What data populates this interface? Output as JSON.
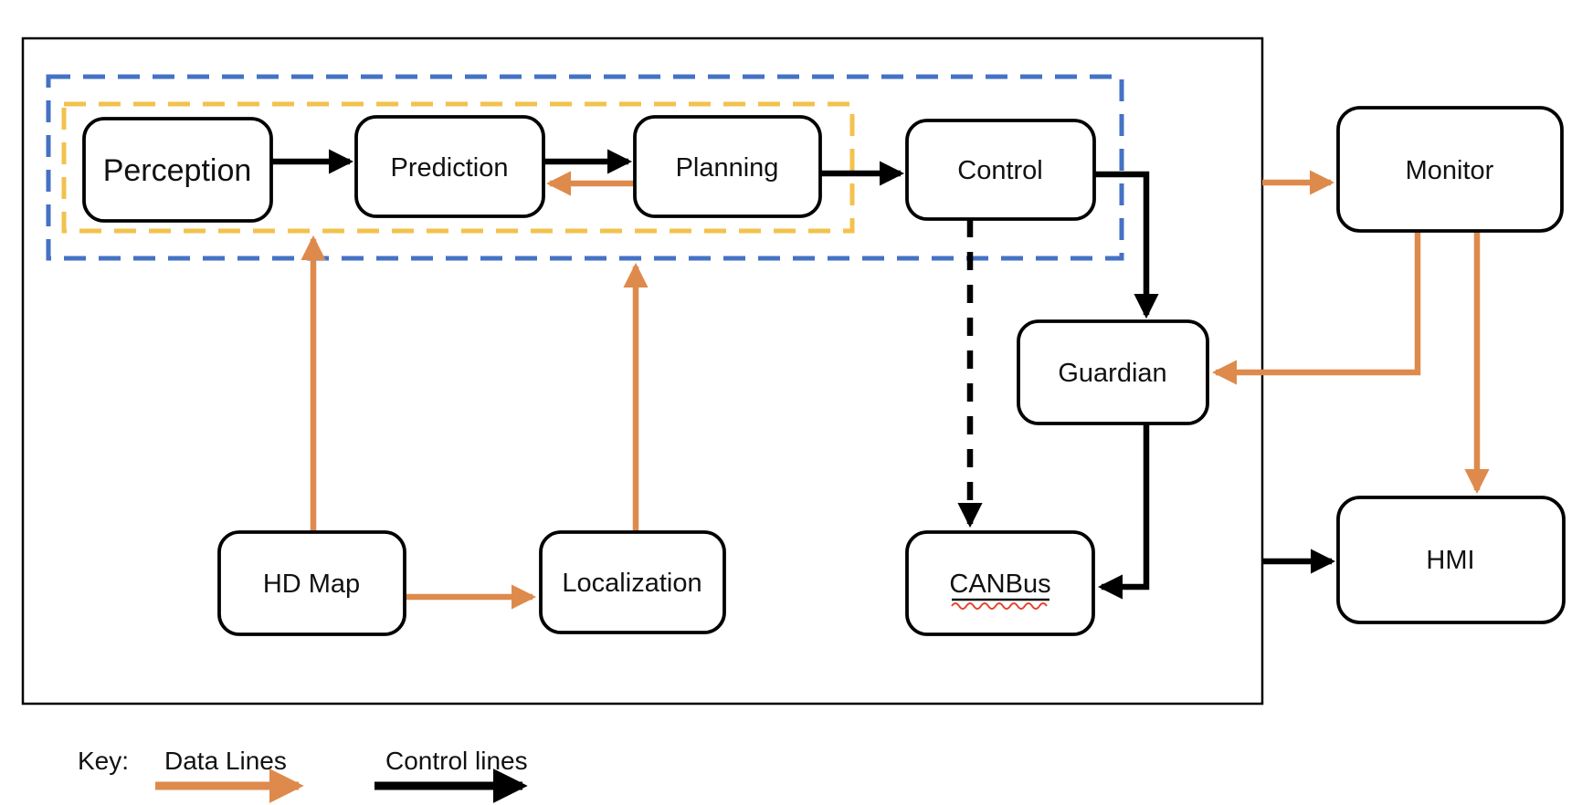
{
  "diagram_type": "architecture-flowchart",
  "nodes": {
    "perception": {
      "label": "Perception"
    },
    "prediction": {
      "label": "Prediction"
    },
    "planning": {
      "label": "Planning"
    },
    "control": {
      "label": "Control"
    },
    "monitor": {
      "label": "Monitor"
    },
    "guardian": {
      "label": "Guardian"
    },
    "hd_map": {
      "label": "HD Map"
    },
    "localization": {
      "label": "Localization"
    },
    "canbus": {
      "label": "CANBus",
      "spellcheck_squiggle": true
    },
    "hmi": {
      "label": "HMI"
    }
  },
  "groups": [
    {
      "id": "system-boundary",
      "border": "solid-black"
    },
    {
      "id": "autonomy-software-group",
      "border": "dashed-blue"
    },
    {
      "id": "perception-planning-group",
      "border": "dashed-yellow"
    }
  ],
  "edges": [
    {
      "from": "perception",
      "to": "prediction",
      "type": "control",
      "style": "solid"
    },
    {
      "from": "prediction",
      "to": "planning",
      "type": "control",
      "style": "solid"
    },
    {
      "from": "planning",
      "to": "prediction",
      "type": "data",
      "style": "solid"
    },
    {
      "from": "planning",
      "to": "control",
      "type": "control",
      "style": "solid"
    },
    {
      "from": "control",
      "to": "guardian",
      "type": "control",
      "style": "solid"
    },
    {
      "from": "control",
      "to": "canbus",
      "type": "control",
      "style": "dashed"
    },
    {
      "from": "guardian",
      "to": "canbus",
      "type": "control",
      "style": "solid"
    },
    {
      "from": "hd_map",
      "to": "localization",
      "type": "data",
      "style": "solid"
    },
    {
      "from": "hd_map",
      "to": "perception-planning-group",
      "type": "data",
      "style": "solid"
    },
    {
      "from": "localization",
      "to": "autonomy-software-group",
      "type": "data",
      "style": "solid"
    },
    {
      "from": "system-boundary",
      "to": "monitor",
      "type": "data",
      "style": "solid"
    },
    {
      "from": "monitor",
      "to": "guardian",
      "type": "data",
      "style": "solid"
    },
    {
      "from": "monitor",
      "to": "hmi",
      "type": "data",
      "style": "solid"
    },
    {
      "from": "system-boundary",
      "to": "hmi",
      "type": "control",
      "style": "solid"
    }
  ],
  "key": {
    "title": "Key:",
    "data_lines_label": "Data Lines",
    "control_lines_label": "Control lines"
  },
  "colors": {
    "data_line": "#DE8A4C",
    "control_line": "#000000",
    "group_blue": "#4472C4",
    "group_yellow": "#F2C24D",
    "spellcheck_red": "#E8402A",
    "node_border": "#000000",
    "node_fill": "#FFFFFF",
    "text": "#111111"
  }
}
